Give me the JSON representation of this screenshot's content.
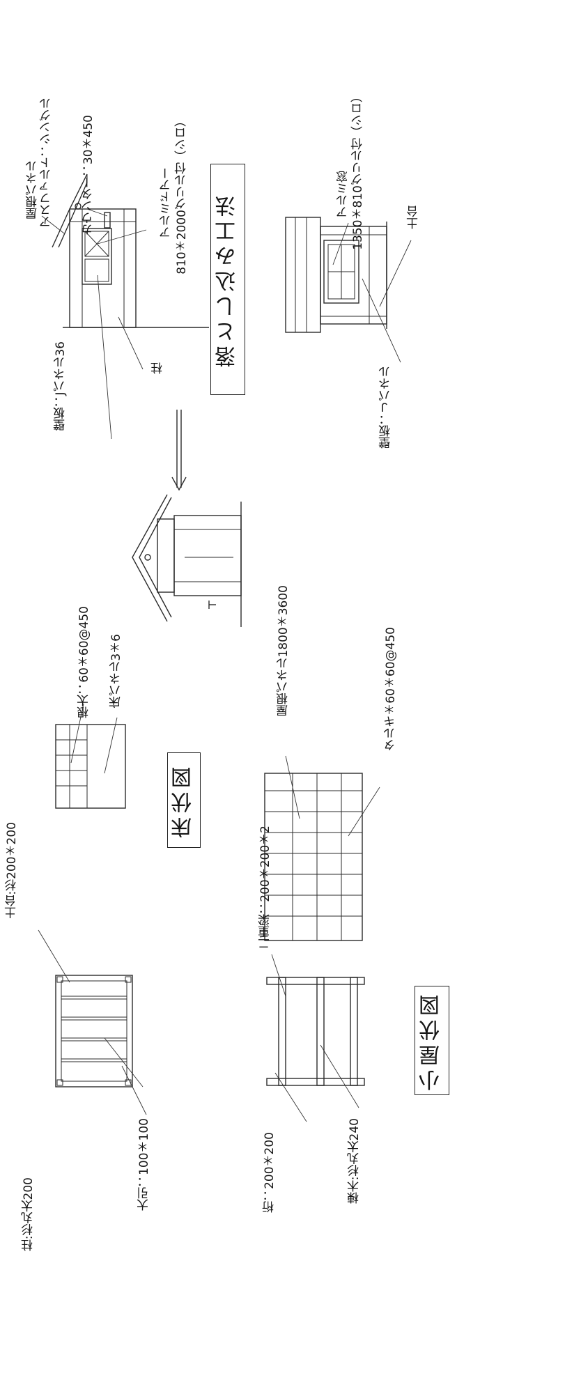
{
  "titles": {
    "main": "落とし込み工法",
    "floor_plan": "床伏図",
    "roof_plan": "小屋伏図"
  },
  "elevation_front": {
    "roof_panel_label": "屋根パネル",
    "roofing_label": "アスファルト：シングル",
    "counter_label": "カウンター：30＊450",
    "door_label": "アルミドアー",
    "door_spec": "810＊2000グリル付（シロ）",
    "wall_label": "壁板：Jパネル36",
    "post_label": "柱"
  },
  "elevation_side": {
    "window_label": "アルミ窓",
    "window_spec": "1350＊810グリル付（シロ）",
    "sill_label": "土台",
    "wall_label": "壁板：Ｊパネル"
  },
  "floor": {
    "joist_label": "根太：60＊60@450",
    "panel_label": "床パネル3＊6",
    "sill_label": "土台:杉200＊200",
    "post_label": "柱:杉丸太200",
    "beam_label": "大引：100＊100"
  },
  "roof": {
    "panel_label": "屋根パネル1800＊3600",
    "batten_label": "タルキ＊60＊60@450",
    "double_beam_label": "二重梁：200＊200＊2",
    "girder_label": "桁：200＊200",
    "ridge_label": "棟木:杉丸太240"
  }
}
